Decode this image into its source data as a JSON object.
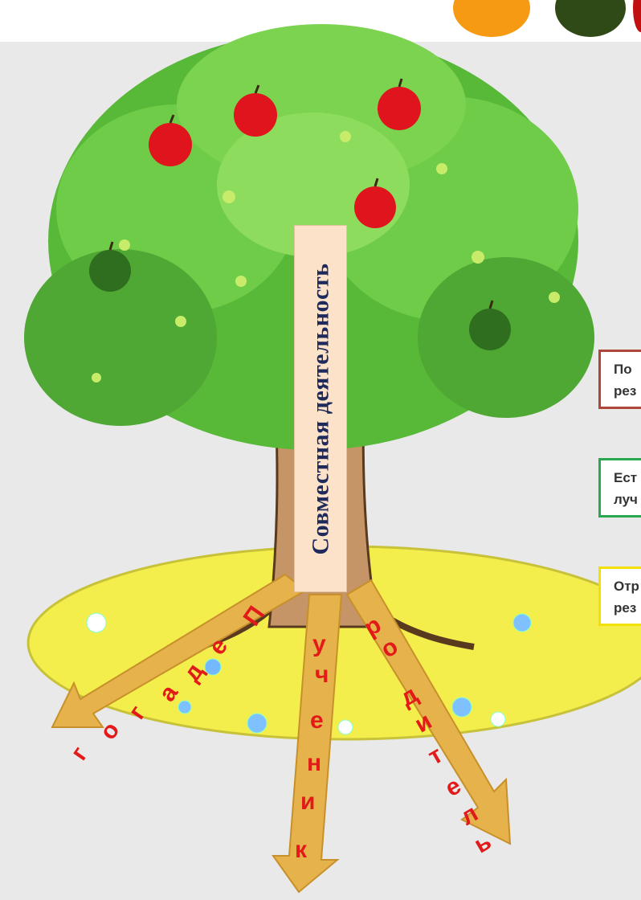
{
  "tree": {
    "trunk_label": "Совместная деятельность"
  },
  "legend": [
    {
      "line1": "По",
      "line2": "рез",
      "color": "#b0463a"
    },
    {
      "line1": "Ест",
      "line2": "луч",
      "color": "#2aa84f"
    },
    {
      "line1": "Отр",
      "line2": "рез",
      "color": "#f2e000"
    }
  ],
  "arrows": {
    "left_letters": [
      "П",
      "е",
      "д",
      "а",
      "г",
      "о",
      "г"
    ],
    "middle_letters": [
      "у",
      "ч",
      "е",
      "н",
      "и",
      "к"
    ],
    "right_letters": [
      "р",
      "о",
      "д",
      "и",
      "т",
      "е",
      "л",
      "ь"
    ]
  },
  "colors": {
    "red_apple": "#e0141c",
    "green_apple": "#2f6d1f",
    "orange_apple": "#f59a12",
    "arrow_fill": "#e6b24b",
    "letter_color": "#e21a1a"
  }
}
